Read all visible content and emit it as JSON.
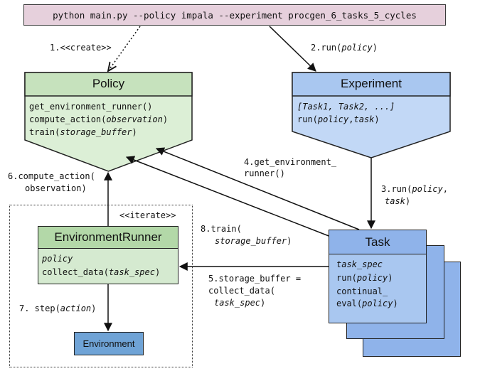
{
  "command": "python main.py --policy impala --experiment procgen_6_tasks_5_cycles",
  "policy": {
    "title": "Policy",
    "methods": [
      {
        "pre": "get_environment_runner()",
        "arg": "",
        "post": ""
      },
      {
        "pre": "compute_action(",
        "arg": "observation",
        "post": ")"
      },
      {
        "pre": "train(",
        "arg": "storage_buffer",
        "post": ")"
      }
    ]
  },
  "experiment": {
    "title": "Experiment",
    "line1": "[Task1, Task2, ...]",
    "line2_pre": "run(",
    "line2_arg": "policy",
    "line2_mid": ",",
    "line2_arg2": "task",
    "line2_post": ")"
  },
  "runner": {
    "title": "EnvironmentRunner",
    "attr": "policy",
    "method_pre": "collect_data(",
    "method_arg": "task_spec",
    "method_post": ")"
  },
  "task": {
    "title": "Task",
    "attr": "task_spec",
    "run_pre": "run(",
    "run_arg": "policy",
    "run_post": ")",
    "ce_line1": "continual_",
    "ce_line2_pre": "eval(",
    "ce_line2_arg": "policy",
    "ce_line2_post": ")"
  },
  "environment": {
    "title": "Environment"
  },
  "iterate_label": "<<iterate>>",
  "edges": {
    "create": "1.<<create>>",
    "run_policy_pre": "2.run(",
    "run_policy_arg": "policy",
    "run_policy_post": ")",
    "run_task_l1_pre": "3.run(",
    "run_task_l1_arg": "policy",
    "run_task_l1_post": ",",
    "run_task_l2_arg": "task",
    "run_task_l2_post": ")",
    "get_runner_l1": "4.get_environment_",
    "get_runner_l2": "runner()",
    "storage_l1": "5.storage_buffer =",
    "storage_l2": "collect_data(",
    "storage_l3_arg": "task_spec",
    "storage_l3_post": ")",
    "compute_l1": "6.compute_action(",
    "compute_l2": "observation)",
    "step_pre": "7. step(",
    "step_arg": "action",
    "step_post": ")",
    "train_l1": "8.train(",
    "train_l2_arg": "storage_buffer",
    "train_l2_post": ")"
  },
  "colors": {
    "command_bg": "#e6d0dc",
    "policy_header": "#c6e2bd",
    "policy_body": "#dcefd6",
    "experiment_header": "#a9c7f0",
    "experiment_body": "#c2d8f6",
    "runner_header": "#b3d8a8",
    "task_header": "#8fb3ea",
    "environment": "#6fa3d6"
  }
}
